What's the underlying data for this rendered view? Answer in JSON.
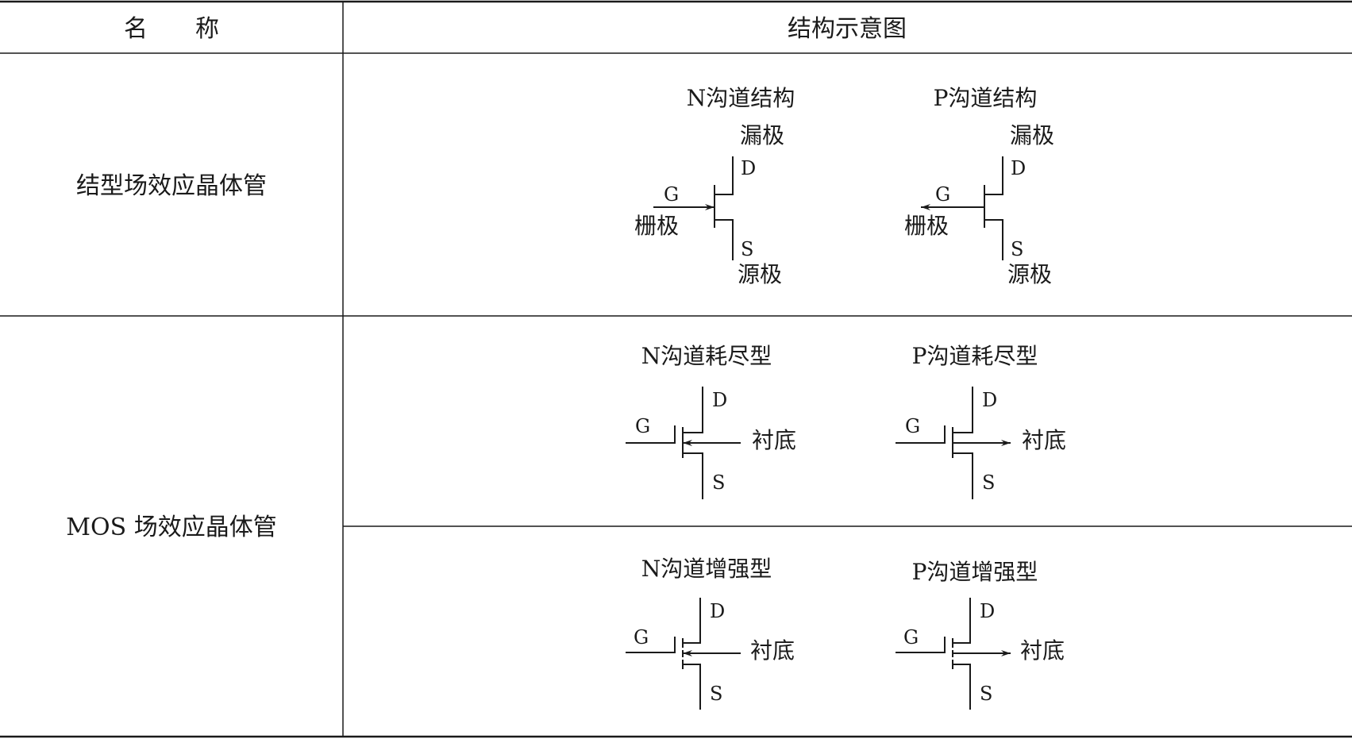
{
  "table": {
    "header": {
      "name": "名　　称",
      "diagram": "结构示意图"
    },
    "rows": [
      {
        "name": "结型场效应晶体管"
      },
      {
        "name": "MOS 场效应晶体管"
      }
    ]
  },
  "jfet": {
    "n_channel": {
      "title": "N沟道结构",
      "drain": "漏极",
      "source": "源极",
      "gate": "栅极",
      "d": "D",
      "g": "G",
      "s": "S"
    },
    "p_channel": {
      "title": "P沟道结构",
      "drain": "漏极",
      "source": "源极",
      "gate": "栅极",
      "d": "D",
      "g": "G",
      "s": "S"
    }
  },
  "mos_depletion": {
    "n_channel": {
      "title": "N沟道耗尽型",
      "substrate": "衬底",
      "d": "D",
      "g": "G",
      "s": "S"
    },
    "p_channel": {
      "title": "P沟道耗尽型",
      "substrate": "衬底",
      "d": "D",
      "g": "G",
      "s": "S"
    }
  },
  "mos_enhancement": {
    "n_channel": {
      "title": "N沟道增强型",
      "substrate": "衬底",
      "d": "D",
      "g": "G",
      "s": "S"
    },
    "p_channel": {
      "title": "P沟道增强型",
      "substrate": "衬底",
      "d": "D",
      "g": "G",
      "s": "S"
    }
  }
}
